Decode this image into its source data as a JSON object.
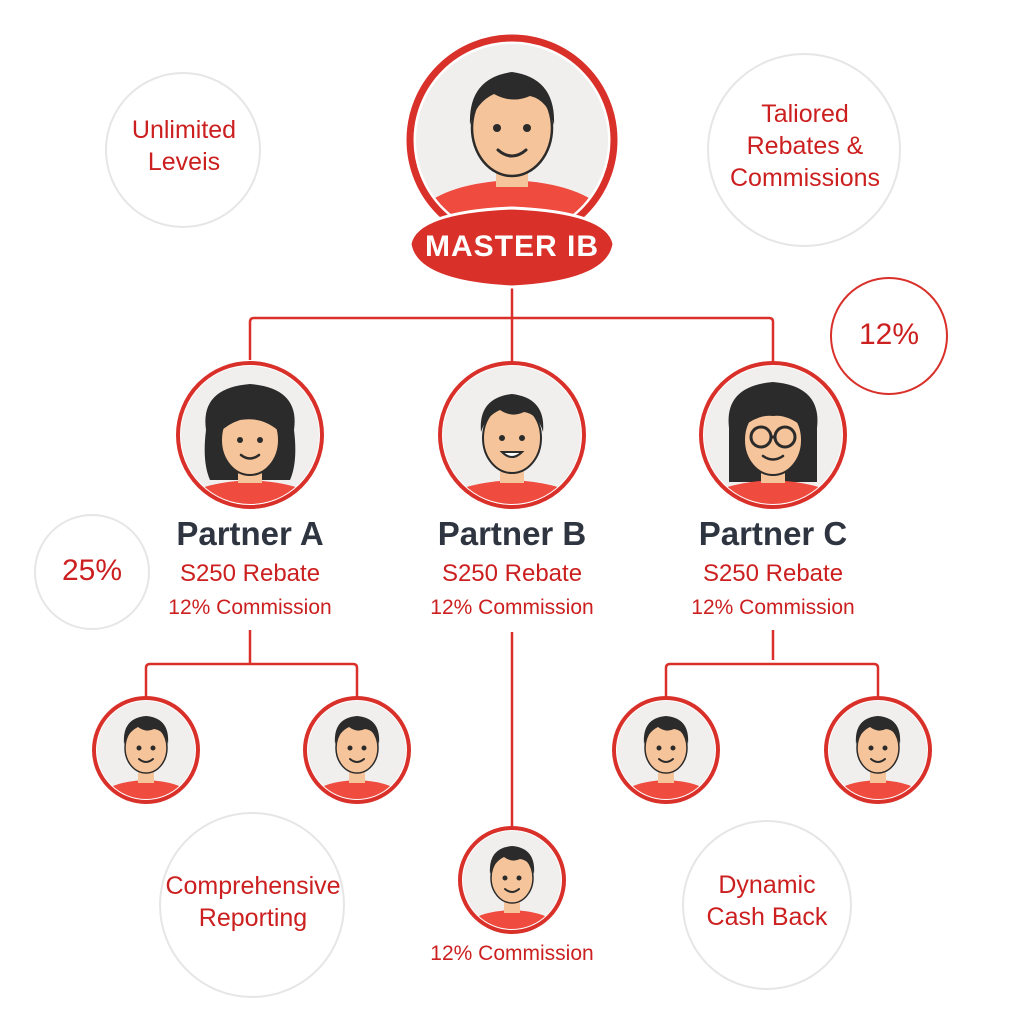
{
  "master": {
    "badge_label": "MASTER IB"
  },
  "features": {
    "unlimited_levels": "Unlimited Leveis",
    "tailored_rebates": "Taliored Rebates & Commissions",
    "comprehensive_reporting": "Comprehensive Reporting",
    "dynamic_cash_back": "Dynamic Cash Back"
  },
  "percent_badges": {
    "right": "12%",
    "left": "25%"
  },
  "partners": [
    {
      "name": "Partner A",
      "rebate": "S250 Rebate",
      "commission": "12% Commission"
    },
    {
      "name": "Partner B",
      "rebate": "S250 Rebate",
      "commission": "12% Commission"
    },
    {
      "name": "Partner C",
      "rebate": "S250 Rebate",
      "commission": "12% Commission"
    }
  ],
  "sub_partner_b": {
    "commission": "12% Commission"
  },
  "colors": {
    "accent": "#d9302a",
    "accent_light": "#ef4b3f",
    "text_dark": "#2f3540",
    "skin": "#f6c49a",
    "hair": "#2b2b2b",
    "circle_bg": "#f1efee",
    "feature_border": "#e6e6e6"
  }
}
